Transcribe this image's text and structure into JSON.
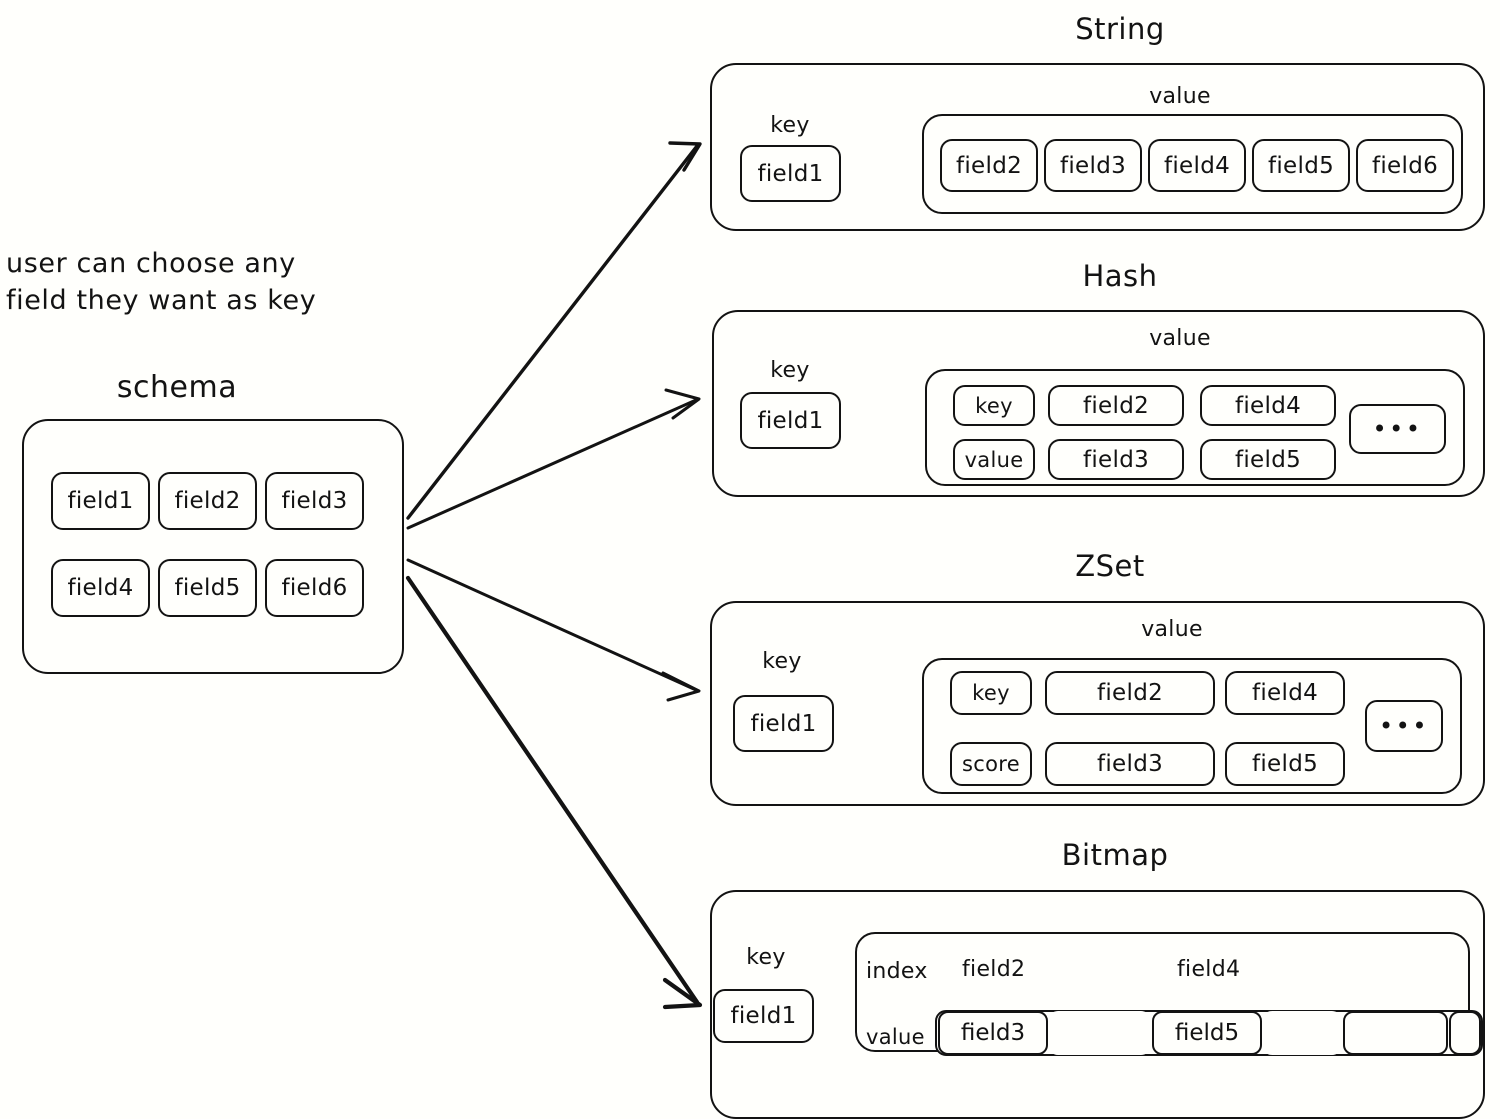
{
  "annotation": {
    "note": "user can choose any\nfield they want as key"
  },
  "schema": {
    "title": "schema",
    "fields": [
      "field1",
      "field2",
      "field3",
      "field4",
      "field5",
      "field6"
    ]
  },
  "labels": {
    "key": "key",
    "value": "value",
    "index": "index",
    "score": "score",
    "ellipsis": "•••"
  },
  "panels": [
    {
      "title": "String",
      "key_label": "key",
      "key_field": "field1",
      "value_label": "value",
      "layout": "row",
      "cells": [
        "field2",
        "field3",
        "field4",
        "field5",
        "field6"
      ]
    },
    {
      "title": "Hash",
      "key_label": "key",
      "key_field": "field1",
      "value_label": "value",
      "layout": "pairs",
      "row_top": [
        "key",
        "field2",
        "field4"
      ],
      "row_bottom": [
        "value",
        "field3",
        "field5"
      ],
      "overflow": "•••"
    },
    {
      "title": "ZSet",
      "key_label": "key",
      "key_field": "field1",
      "value_label": "value",
      "layout": "pairs",
      "row_top": [
        "key",
        "field2",
        "field4"
      ],
      "row_bottom": [
        "score",
        "field3",
        "field5"
      ],
      "overflow": "•••"
    },
    {
      "title": "Bitmap",
      "key_label": "key",
      "key_field": "field1",
      "layout": "bitmap",
      "index_label": "index",
      "value_label": "value",
      "index_entries": [
        "field2",
        "field4"
      ],
      "value_cells": [
        "field3",
        "",
        "field5",
        "",
        "",
        ""
      ]
    }
  ],
  "colors": {
    "stroke": "#131313",
    "background": "#fffffc"
  }
}
